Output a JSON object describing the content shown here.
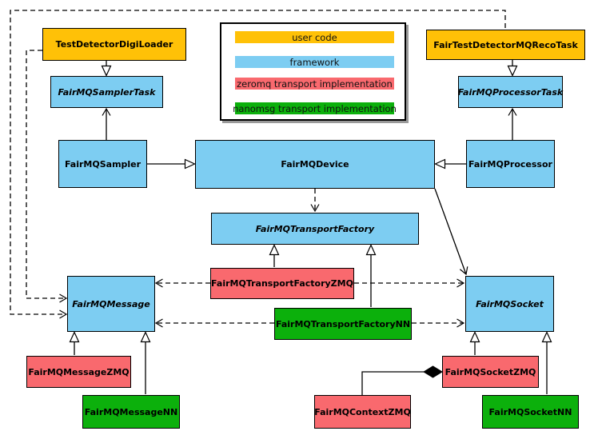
{
  "colors": {
    "user_code": "#FFC107",
    "framework": "#7DCDF2",
    "zeromq": "#F9696E",
    "nanomsg": "#0CB00C",
    "line": "#000000",
    "legend_shadow": "#9a9a9a"
  },
  "legend": {
    "items": [
      {
        "label": "user code",
        "color": "#FFC107"
      },
      {
        "label": "framework",
        "color": "#7DCDF2"
      },
      {
        "label": "zeromq transport implementation",
        "color": "#F9696E"
      },
      {
        "label": "nanomsg transport implementation",
        "color": "#0CB00C"
      }
    ]
  },
  "nodes": {
    "digi_loader": {
      "label": "TestDetectorDigiLoader",
      "category": "user code",
      "abstract": false
    },
    "reco_task": {
      "label": "FairTestDetectorMQRecoTask",
      "category": "user code",
      "abstract": false
    },
    "sampler_task": {
      "label": "FairMQSamplerTask",
      "category": "framework",
      "abstract": true
    },
    "processor_task": {
      "label": "FairMQProcessorTask",
      "category": "framework",
      "abstract": true
    },
    "sampler": {
      "label": "FairMQSampler",
      "category": "framework",
      "abstract": false
    },
    "device": {
      "label": "FairMQDevice",
      "category": "framework",
      "abstract": false
    },
    "processor": {
      "label": "FairMQProcessor",
      "category": "framework",
      "abstract": false
    },
    "transport_factory": {
      "label": "FairMQTransportFactory",
      "category": "framework",
      "abstract": true
    },
    "transport_factory_zmq": {
      "label": "FairMQTransportFactoryZMQ",
      "category": "zeromq",
      "abstract": false
    },
    "transport_factory_nn": {
      "label": "FairMQTransportFactoryNN",
      "category": "nanomsg",
      "abstract": false
    },
    "message": {
      "label": "FairMQMessage",
      "category": "framework",
      "abstract": true
    },
    "socket": {
      "label": "FairMQSocket",
      "category": "framework",
      "abstract": true
    },
    "message_zmq": {
      "label": "FairMQMessageZMQ",
      "category": "zeromq",
      "abstract": false
    },
    "message_nn": {
      "label": "FairMQMessageNN",
      "category": "nanomsg",
      "abstract": false
    },
    "socket_zmq": {
      "label": "FairMQSocketZMQ",
      "category": "zeromq",
      "abstract": false
    },
    "socket_nn": {
      "label": "FairMQSocketNN",
      "category": "nanomsg",
      "abstract": false
    },
    "context_zmq": {
      "label": "FairMQContextZMQ",
      "category": "zeromq",
      "abstract": false
    }
  },
  "edges": [
    {
      "from": "TestDetectorDigiLoader",
      "to": "FairMQSamplerTask",
      "type": "inheritance (hollow triangle, points down)"
    },
    {
      "from": "FairTestDetectorMQRecoTask",
      "to": "FairMQProcessorTask",
      "type": "inheritance (hollow triangle, points down)"
    },
    {
      "from": "FairMQSampler",
      "to": "FairMQSamplerTask",
      "type": "association (open arrow up)"
    },
    {
      "from": "FairMQProcessor",
      "to": "FairMQProcessorTask",
      "type": "association (open arrow up)"
    },
    {
      "from": "FairMQSampler",
      "to": "FairMQDevice",
      "type": "inheritance (hollow triangle)"
    },
    {
      "from": "FairMQProcessor",
      "to": "FairMQDevice",
      "type": "inheritance (hollow triangle)"
    },
    {
      "from": "FairMQDevice",
      "to": "FairMQTransportFactory",
      "type": "dependency (dashed open arrow)"
    },
    {
      "from": "FairMQDevice",
      "to": "FairMQSocket",
      "type": "association (solid open arrow)"
    },
    {
      "from": "TestDetectorDigiLoader",
      "to": "FairMQMessage",
      "type": "dependency (dashed open arrow)"
    },
    {
      "from": "FairTestDetectorMQRecoTask",
      "to": "FairMQMessage",
      "type": "dependency (dashed open arrow)"
    },
    {
      "from": "FairMQTransportFactoryZMQ",
      "to": "FairMQTransportFactory",
      "type": "inheritance (hollow triangle)"
    },
    {
      "from": "FairMQTransportFactoryNN",
      "to": "FairMQTransportFactory",
      "type": "inheritance (hollow triangle)"
    },
    {
      "from": "FairMQTransportFactoryZMQ",
      "to": "FairMQMessage",
      "type": "dependency (dashed open arrow)"
    },
    {
      "from": "FairMQTransportFactoryZMQ",
      "to": "FairMQSocket",
      "type": "dependency (dashed open arrow)"
    },
    {
      "from": "FairMQTransportFactoryNN",
      "to": "FairMQMessage",
      "type": "dependency (dashed open arrow)"
    },
    {
      "from": "FairMQTransportFactoryNN",
      "to": "FairMQSocket",
      "type": "dependency (dashed open arrow)"
    },
    {
      "from": "FairMQMessageZMQ",
      "to": "FairMQMessage",
      "type": "inheritance (hollow triangle)"
    },
    {
      "from": "FairMQMessageNN",
      "to": "FairMQMessage",
      "type": "inheritance (hollow triangle)"
    },
    {
      "from": "FairMQSocketZMQ",
      "to": "FairMQSocket",
      "type": "inheritance (hollow triangle)"
    },
    {
      "from": "FairMQSocketNN",
      "to": "FairMQSocket",
      "type": "inheritance (hollow triangle)"
    },
    {
      "from": "FairMQContextZMQ",
      "to": "FairMQSocketZMQ",
      "type": "composition (filled diamond at FairMQSocketZMQ)"
    }
  ]
}
